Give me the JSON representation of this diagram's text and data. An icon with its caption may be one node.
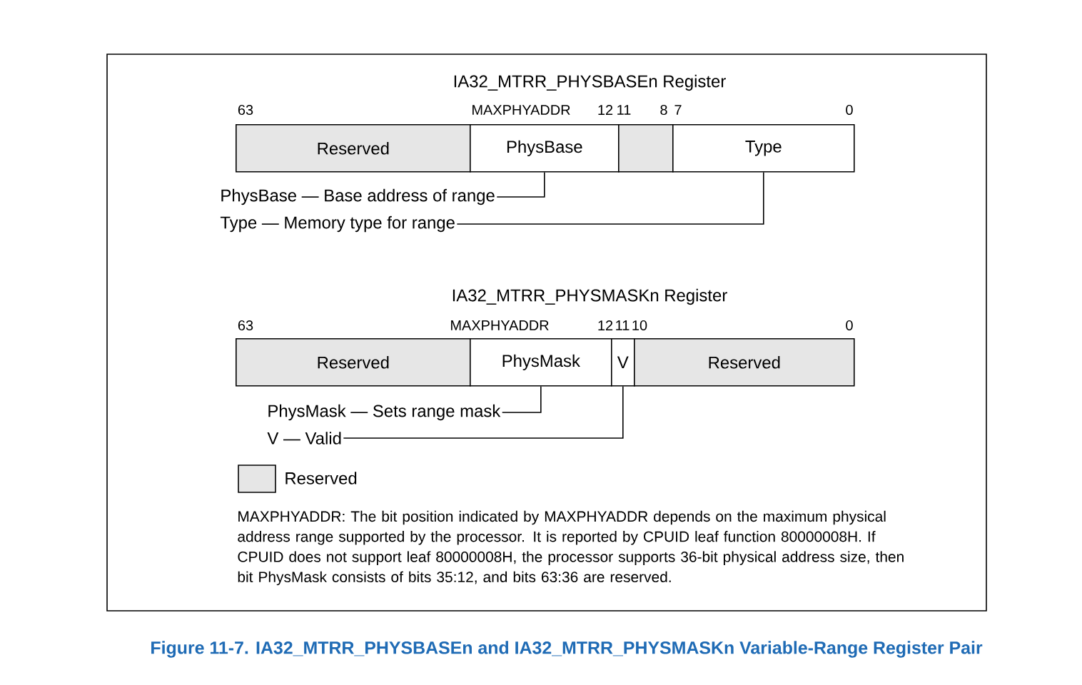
{
  "diagram": {
    "caption": "Figure 11-7. IA32_MTRR_PHYSBASEn and IA32_MTRR_PHYSMASKn Variable-Range Register Pair",
    "nodes": [
      {
        "text": [
          "Reserved"
        ]
      },
      {
        "text": [
          "PhysBase"
        ]
      },
      {
        "text": [],
        "shape": "box"
      },
      {
        "text": [
          "Type"
        ]
      },
      {
        "text": [
          "PhysBase — Base address of range"
        ]
      },
      {
        "text": [
          "Type — Memory type for range"
        ]
      },
      {
        "text": [
          "Reserved"
        ]
      },
      {
        "text": [
          "PhysMask"
        ]
      },
      {
        "text": [
          "V"
        ]
      },
      {
        "text": [
          "Reserved"
        ]
      },
      {
        "text": [
          "PhysMask — Sets range mask"
        ]
      },
      {
        "text": [
          "V — Valid"
        ]
      }
    ],
    "edges": [
      {
        "from": 4,
        "to": 1,
        "arrow": "none"
      },
      {
        "from": 5,
        "to": 3,
        "arrow": "none"
      },
      {
        "from": 10,
        "to": 7,
        "arrow": "none"
      },
      {
        "from": 11,
        "to": 8,
        "arrow": "none"
      }
    ],
    "labels": [
      "IA32_MTRR_PHYSBASEn Register",
      "63",
      "MAXPHYADDR",
      "12",
      "11",
      "8",
      "7",
      "0",
      "IA32_MTRR_PHYSMASKn Register",
      "63",
      "MAXPHYADDR",
      "12",
      "11",
      "10",
      "0",
      "MAXPHYADDR: The bit position indicated by MAXPHYADDR depends on the maximum physical address range supported by the processor. It is reported by CPUID leaf function 80000008H. If CPUID does not support leaf 80000008H, the processor supports 36-bit physical address size, then bit PhysMask consists of bits 35:12, and bits 63:36 are reserved."
    ],
    "legend": [
      {
        "text": "Reserved",
        "color": "#e6e6e6"
      }
    ]
  }
}
